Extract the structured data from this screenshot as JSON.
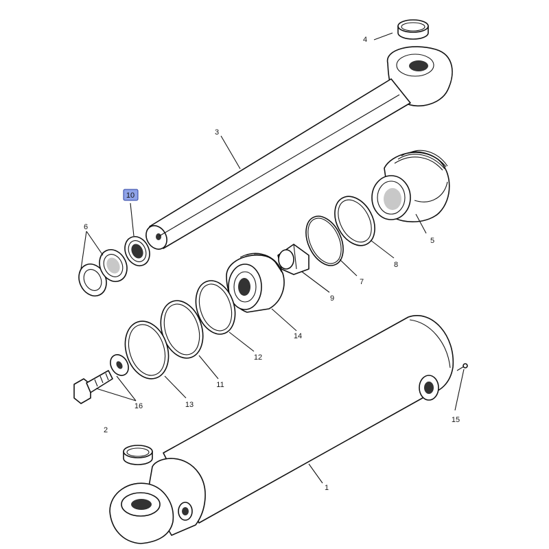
{
  "diagram": {
    "highlighted_part": "10",
    "highlight_color": "#8fa3e8",
    "callouts": [
      {
        "id": "c1",
        "label": "1"
      },
      {
        "id": "c2",
        "label": "2"
      },
      {
        "id": "c3",
        "label": "3"
      },
      {
        "id": "c4",
        "label": "4"
      },
      {
        "id": "c5",
        "label": "5"
      },
      {
        "id": "c6",
        "label": "6"
      },
      {
        "id": "c7",
        "label": "7"
      },
      {
        "id": "c8",
        "label": "8"
      },
      {
        "id": "c9",
        "label": "9"
      },
      {
        "id": "c10",
        "label": "10"
      },
      {
        "id": "c11",
        "label": "11"
      },
      {
        "id": "c12",
        "label": "12"
      },
      {
        "id": "c13",
        "label": "13"
      },
      {
        "id": "c14",
        "label": "14"
      },
      {
        "id": "c15",
        "label": "15"
      },
      {
        "id": "c16",
        "label": "16"
      }
    ]
  }
}
